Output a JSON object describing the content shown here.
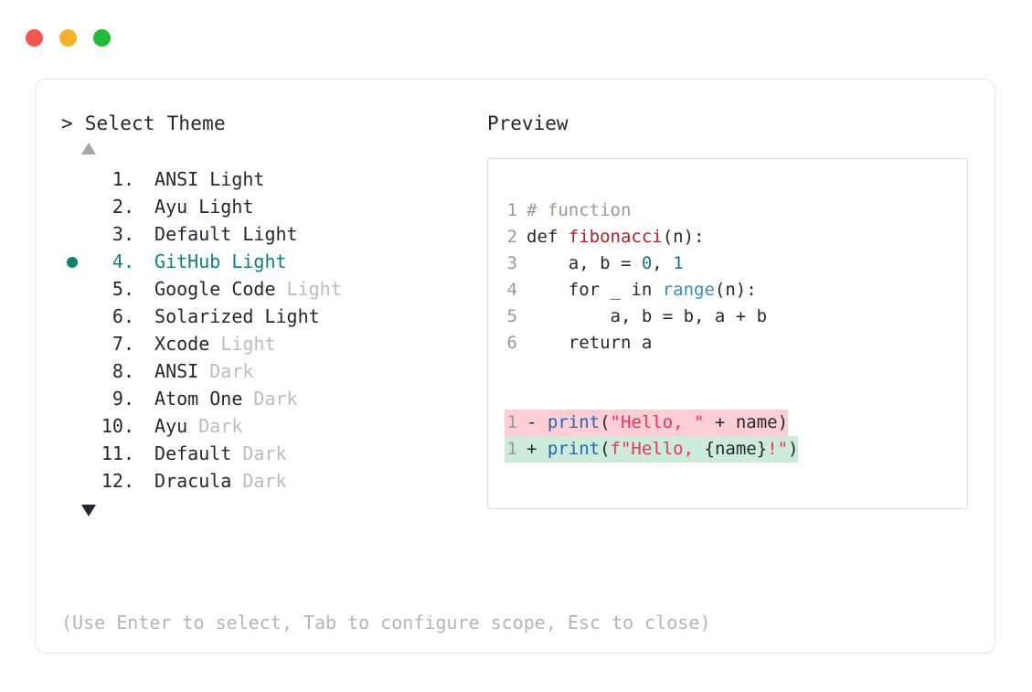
{
  "window": {
    "traffic_lights": [
      {
        "name": "close",
        "color": "#f2564f"
      },
      {
        "name": "minimize",
        "color": "#f6b326"
      },
      {
        "name": "maximize",
        "color": "#21bb3c"
      }
    ]
  },
  "colors": {
    "accent_teal": "#11807d",
    "muted_gray": "#bcbcc0",
    "text_dark": "#23272e",
    "hint_gray": "#b5b5b9",
    "border": "#e3e3e6",
    "diff_remove_bg": "#fbcfd4",
    "diff_add_bg": "#cdebd9"
  },
  "prompt": {
    "marker": ">",
    "title": "Select Theme"
  },
  "scroll": {
    "up_arrow": "▲",
    "down_arrow": "▼"
  },
  "themes": [
    {
      "index": "1.",
      "name": "ANSI",
      "variant": "Light",
      "variant_muted": false,
      "selected": false
    },
    {
      "index": "2.",
      "name": "Ayu",
      "variant": "Light",
      "variant_muted": false,
      "selected": false
    },
    {
      "index": "3.",
      "name": "Default",
      "variant": "Light",
      "variant_muted": false,
      "selected": false
    },
    {
      "index": "4.",
      "name": "GitHub",
      "variant": "Light",
      "variant_muted": false,
      "selected": true
    },
    {
      "index": "5.",
      "name": "Google Code",
      "variant": "Light",
      "variant_muted": true,
      "selected": false
    },
    {
      "index": "6.",
      "name": "Solarized",
      "variant": "Light",
      "variant_muted": false,
      "selected": false
    },
    {
      "index": "7.",
      "name": "Xcode",
      "variant": "Light",
      "variant_muted": true,
      "selected": false
    },
    {
      "index": "8.",
      "name": "ANSI",
      "variant": "Dark",
      "variant_muted": true,
      "selected": false
    },
    {
      "index": "9.",
      "name": "Atom One",
      "variant": "Dark",
      "variant_muted": true,
      "selected": false
    },
    {
      "index": "10.",
      "name": "Ayu",
      "variant": "Dark",
      "variant_muted": true,
      "selected": false
    },
    {
      "index": "11.",
      "name": "Default",
      "variant": "Dark",
      "variant_muted": true,
      "selected": false
    },
    {
      "index": "12.",
      "name": "Dracula",
      "variant": "Dark",
      "variant_muted": true,
      "selected": false
    }
  ],
  "hint": "(Use Enter to select, Tab to configure scope, Esc to close)",
  "preview": {
    "title": "Preview",
    "code_lines": [
      {
        "n": "1",
        "tokens": [
          {
            "t": "# function",
            "c": "comment"
          }
        ]
      },
      {
        "n": "2",
        "tokens": [
          {
            "t": "def ",
            "c": "kw"
          },
          {
            "t": "fibonacci",
            "c": "func"
          },
          {
            "t": "(n):",
            "c": "plain"
          }
        ]
      },
      {
        "n": "3",
        "tokens": [
          {
            "t": "    a, b = ",
            "c": "plain"
          },
          {
            "t": "0",
            "c": "num"
          },
          {
            "t": ", ",
            "c": "plain"
          },
          {
            "t": "1",
            "c": "num"
          }
        ]
      },
      {
        "n": "4",
        "tokens": [
          {
            "t": "    for _ in ",
            "c": "plain"
          },
          {
            "t": "range",
            "c": "builtin"
          },
          {
            "t": "(n):",
            "c": "plain"
          }
        ]
      },
      {
        "n": "5",
        "tokens": [
          {
            "t": "        a, b = b, a + b",
            "c": "plain"
          }
        ]
      },
      {
        "n": "6",
        "tokens": [
          {
            "t": "    return a",
            "c": "plain"
          }
        ]
      }
    ],
    "diff_lines": [
      {
        "n": "1",
        "kind": "remove",
        "sign": "-",
        "tokens": [
          {
            "t": "print",
            "c": "call"
          },
          {
            "t": "(",
            "c": "plain"
          },
          {
            "t": "\"Hello, \"",
            "c": "str"
          },
          {
            "t": " + name)",
            "c": "plain"
          }
        ]
      },
      {
        "n": "1",
        "kind": "add",
        "sign": "+",
        "tokens": [
          {
            "t": "print",
            "c": "call"
          },
          {
            "t": "(",
            "c": "plain"
          },
          {
            "t": "f\"Hello, ",
            "c": "str"
          },
          {
            "t": "{name}",
            "c": "plain"
          },
          {
            "t": "!\"",
            "c": "str"
          },
          {
            "t": ")",
            "c": "plain"
          }
        ]
      }
    ]
  }
}
